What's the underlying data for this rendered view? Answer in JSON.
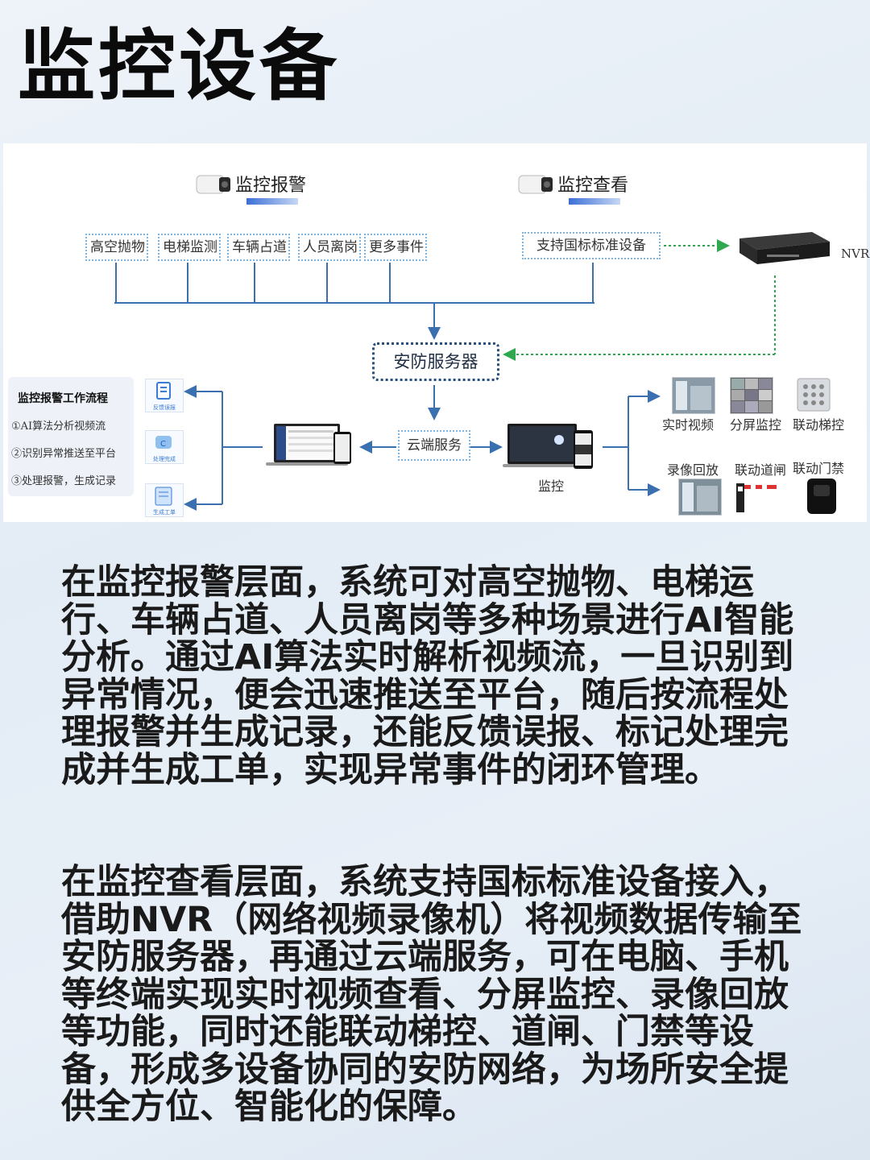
{
  "page": {
    "title": "监控设备"
  },
  "diagram": {
    "alarm_header": "监控报警",
    "view_header": "监控查看",
    "alarm_tags": [
      "高空抛物",
      "电梯监测",
      "车辆占道",
      "人员离岗",
      "更多事件"
    ],
    "view_tag": "支持国标标准设备",
    "nvr_label": "NVR",
    "server_label": "安防服务器",
    "cloud_label": "云端服务",
    "monitor_label": "监控",
    "workflow": {
      "title": "监控报警工作流程",
      "steps": [
        "①AI算法分析视频流",
        "②识别异常推送至平台",
        "③处理报警，生成记录"
      ]
    },
    "workflow_icons": [
      "反馈误报",
      "处理完成",
      "生成工单"
    ],
    "features_top": [
      "实时视频",
      "分屏监控",
      "联动梯控"
    ],
    "features_bottom": [
      "录像回放",
      "联动道闸",
      "联动门禁"
    ],
    "colors": {
      "line": "#3a6fb0",
      "dotted_border": "#7fb4de",
      "server_border": "#26507f",
      "green_dotted": "#2fa84f"
    }
  },
  "body": {
    "paragraph1": "在监控报警层面，系统可对高空抛物、电梯运行、车辆占道、人员离岗等多种场景进行AI智能分析。通过AI算法实时解析视频流，一旦识别到异常情况，便会迅速推送至平台，随后按流程处理报警并生成记录，还能反馈误报、标记处理完成并生成工单，实现异常事件的闭环管理。",
    "paragraph2": "在监控查看层面，系统支持国标标准设备接入，借助NVR（网络视频录像机）将视频数据传输至安防服务器，再通过云端服务，可在电脑、手机等终端实现实时视频查看、分屏监控、录像回放等功能，同时还能联动梯控、道闸、门禁等设备，形成多设备协同的安防网络，为场所安全提供全方位、智能化的保障。"
  }
}
